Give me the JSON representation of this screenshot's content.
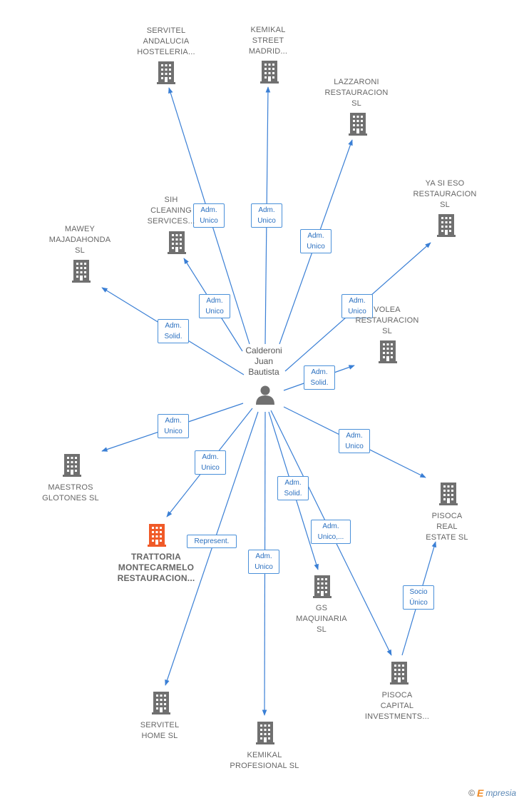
{
  "center": {
    "name": "Calderoni\nJuan\nBautista"
  },
  "nodes": [
    {
      "id": "servitel_andalucia",
      "label": "SERVITEL\nANDALUCIA\nHOSTELERIA...",
      "highlight": false
    },
    {
      "id": "kemikal_street",
      "label": "KEMIKAL\nSTREET\nMADRID...",
      "highlight": false
    },
    {
      "id": "lazzaroni",
      "label": "LAZZARONI\nRESTAURACION\nSL",
      "highlight": false
    },
    {
      "id": "ya_si_eso",
      "label": "YA SI ESO\nRESTAURACION\nSL",
      "highlight": false
    },
    {
      "id": "sih_cleaning",
      "label": "SIH\nCLEANING\nSERVICES...",
      "highlight": false
    },
    {
      "id": "mawey",
      "label": "MAWEY\nMAJADAHONDA\nSL",
      "highlight": false
    },
    {
      "id": "volea",
      "label": "VOLEA\nRESTAURACION\nSL",
      "highlight": false
    },
    {
      "id": "maestros",
      "label": "MAESTROS\nGLOTONES  SL",
      "highlight": false
    },
    {
      "id": "trattoria",
      "label": "TRATTORIA\nMONTECARMELO\nRESTAURACION...",
      "highlight": true
    },
    {
      "id": "pisoca_real",
      "label": "PISOCA\nREAL\nESTATE  SL",
      "highlight": false
    },
    {
      "id": "gs_maquinaria",
      "label": "GS\nMAQUINARIA\nSL",
      "highlight": false
    },
    {
      "id": "pisoca_capital",
      "label": "PISOCA\nCAPITAL\nINVESTMENTS...",
      "highlight": false
    },
    {
      "id": "servitel_home",
      "label": "SERVITEL\nHOME  SL",
      "highlight": false
    },
    {
      "id": "kemikal_profesional",
      "label": "KEMIKAL\nPROFESIONAL SL",
      "highlight": false
    }
  ],
  "edges": [
    {
      "to": "servitel_andalucia",
      "label": "Adm.\nUnico"
    },
    {
      "to": "kemikal_street",
      "label": "Adm.\nUnico"
    },
    {
      "to": "lazzaroni",
      "label": "Adm.\nUnico"
    },
    {
      "to": "ya_si_eso",
      "label": "Adm.\nUnico"
    },
    {
      "to": "sih_cleaning",
      "label": "Adm.\nUnico"
    },
    {
      "to": "mawey",
      "label": "Adm.\nSolid."
    },
    {
      "to": "volea",
      "label": "Adm.\nSolid."
    },
    {
      "to": "maestros",
      "label": "Adm.\nUnico"
    },
    {
      "to": "trattoria",
      "label": "Adm.\nUnico"
    },
    {
      "to": "pisoca_real",
      "label": "Adm.\nUnico"
    },
    {
      "to": "gs_maquinaria",
      "label": "Adm.\nSolid."
    },
    {
      "to": "pisoca_capital",
      "label": "Adm.\nUnico,..."
    },
    {
      "to": "servitel_home",
      "label": "Represent."
    },
    {
      "to": "kemikal_profesional",
      "label": "Adm.\nUnico"
    },
    {
      "from": "pisoca_capital",
      "to": "pisoca_real",
      "label": "Socio\nÚnico"
    }
  ],
  "colors": {
    "edge": "#3a7fd5",
    "building": "#707070",
    "building_highlight": "#f05a28",
    "person": "#707070"
  },
  "icons": {
    "company": "building-icon",
    "person": "person-icon"
  },
  "brand": {
    "symbol": "©",
    "first": "E",
    "rest": "mpresia"
  }
}
